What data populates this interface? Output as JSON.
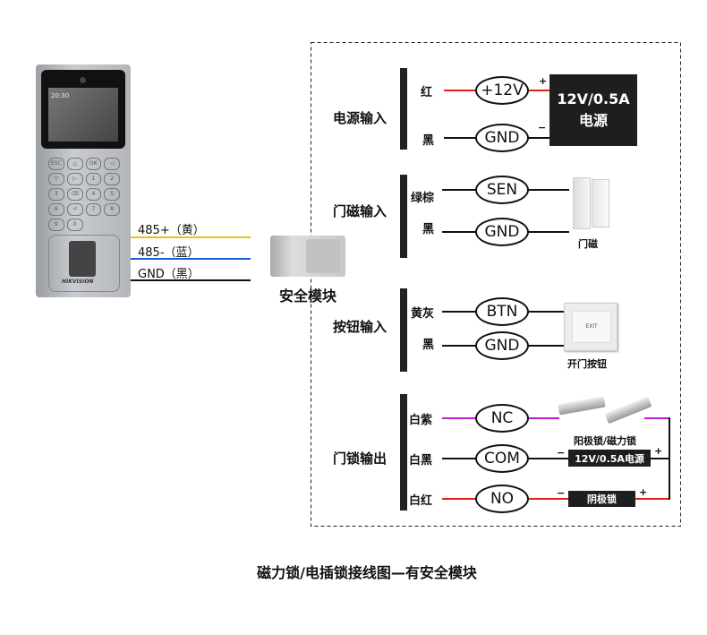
{
  "device": {
    "brand": "HIKVISION",
    "keys": [
      "ESC",
      "△",
      "OK",
      "◁",
      "▽",
      "▷",
      "1",
      "2",
      "3",
      "⌫",
      "4",
      "5",
      "6",
      "⏎",
      "7",
      "8",
      "9",
      "0"
    ],
    "screen_text": "20:30"
  },
  "rs485_wires": [
    {
      "label": "485+（黄）",
      "color": "#e8c21c"
    },
    {
      "label": "485-（蓝）",
      "color": "#1a5fd6"
    },
    {
      "label": "GND（黑）",
      "color": "#111111"
    }
  ],
  "security_module": {
    "label": "安全模块"
  },
  "sections": {
    "power": {
      "title": "电源输入",
      "wires": [
        {
          "color_label": "红",
          "terminal": "+12V",
          "polarity": "+",
          "wire_color": "#e0201b"
        },
        {
          "color_label": "黑",
          "terminal": "GND",
          "polarity": "−",
          "wire_color": "#111111"
        }
      ],
      "supply": {
        "line1": "12V/0.5A",
        "line2": "电源"
      }
    },
    "door_sensor": {
      "title": "门磁输入",
      "wires": [
        {
          "color_label": "绿棕",
          "terminal": "SEN"
        },
        {
          "color_label": "黑",
          "terminal": "GND"
        }
      ],
      "device_label": "门磁"
    },
    "button": {
      "title": "按钮输入",
      "wires": [
        {
          "color_label": "黄灰",
          "terminal": "BTN"
        },
        {
          "color_label": "黑",
          "terminal": "GND"
        }
      ],
      "device_label": "开门按钮",
      "button_text": "EXIT"
    },
    "lock": {
      "title": "门锁输出",
      "wires": [
        {
          "color_label": "白紫",
          "terminal": "NC",
          "wire_color": "#c21bd0"
        },
        {
          "color_label": "白黑",
          "terminal": "COM",
          "wire_color": "#111111"
        },
        {
          "color_label": "白红",
          "terminal": "NO",
          "wire_color": "#e0201b"
        }
      ],
      "lock_label": "阳极锁/磁力锁",
      "supply_label": "12V/0.5A电源",
      "cathode_label": "阴极锁",
      "minus": "−",
      "plus": "+"
    }
  },
  "caption": "磁力锁/电插锁接线图—有安全模块"
}
